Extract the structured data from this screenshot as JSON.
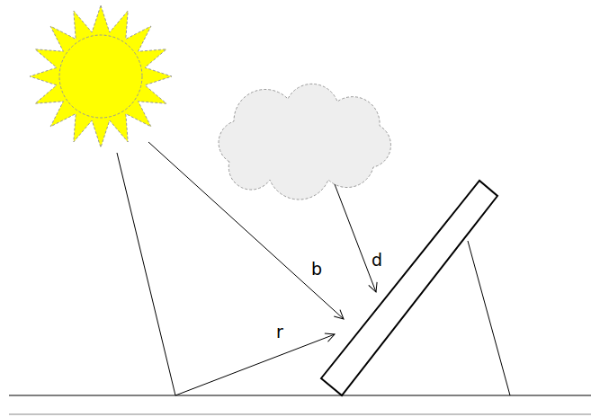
{
  "diagram": {
    "labels": [
      "b",
      "d",
      "r"
    ]
  }
}
